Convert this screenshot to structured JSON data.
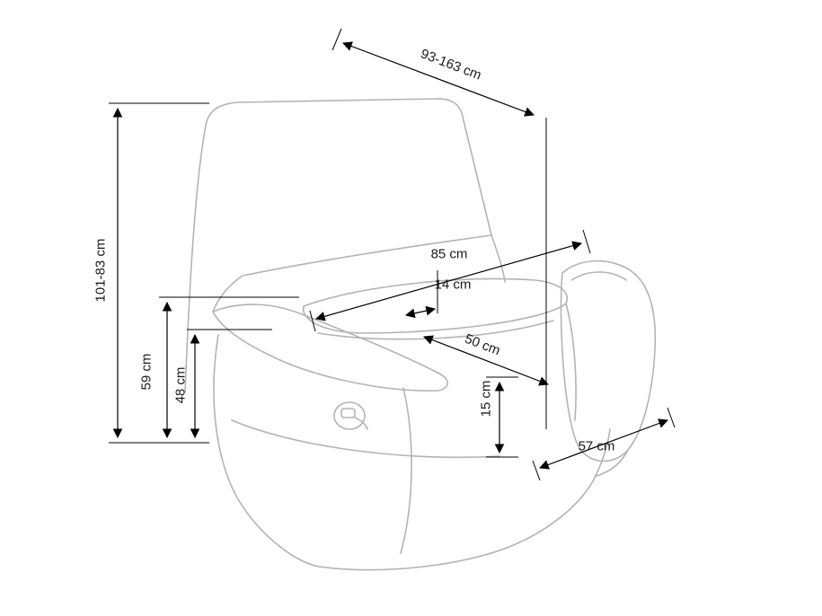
{
  "colors": {
    "dimension-line": "#000000",
    "label-text": "#1a1a1a",
    "chair-line": "#b3b3b3",
    "background": "#ffffff"
  },
  "diagram": {
    "subject": "Recliner armchair dimension line drawing",
    "unit": "cm",
    "labels": {
      "depth_range": "93-163 cm",
      "height_range": "101-83 cm",
      "overall_width": "85 cm",
      "armrest_width": "14 cm",
      "seat_depth": "50 cm",
      "seat_height": "59 cm",
      "armrest_height": "48 cm",
      "base_clearance": "15 cm",
      "base_depth": "57 cm"
    }
  }
}
